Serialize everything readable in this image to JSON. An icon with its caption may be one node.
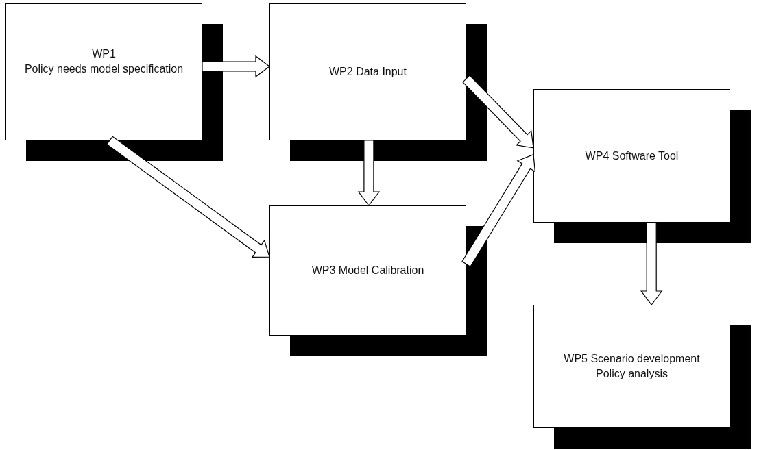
{
  "diagram": {
    "nodes": [
      {
        "text": [
          "WP1",
          "Policy needs model specification"
        ]
      },
      {
        "text": [
          "WP2 Data Input"
        ]
      },
      {
        "text": [
          "WP3 Model Calibration"
        ]
      },
      {
        "text": [
          "WP4 Software Tool"
        ]
      },
      {
        "text": [
          "WP5 Scenario development",
          "Policy analysis"
        ]
      }
    ],
    "edges": [
      {
        "from": 0,
        "to": 1,
        "arrow": "to"
      },
      {
        "from": 0,
        "to": 2,
        "arrow": "to"
      },
      {
        "from": 1,
        "to": 2,
        "arrow": "to"
      },
      {
        "from": 1,
        "to": 3,
        "arrow": "to"
      },
      {
        "from": 2,
        "to": 3,
        "arrow": "to"
      },
      {
        "from": 3,
        "to": 4,
        "arrow": "to"
      }
    ]
  }
}
